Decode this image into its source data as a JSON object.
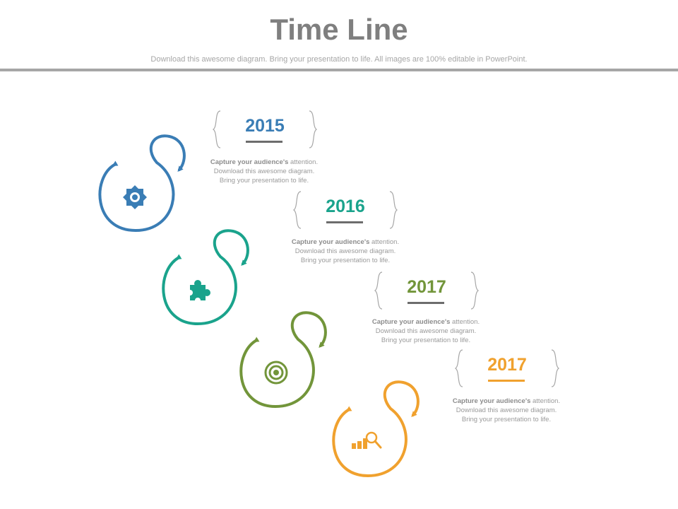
{
  "header": {
    "title": "Time Line",
    "subtitle": "Download this awesome diagram. Bring your presentation to life. All images are 100% editable in PowerPoint."
  },
  "colors": {
    "blue": "#3a7db5",
    "teal": "#1aa38c",
    "green": "#72953a",
    "orange": "#f0a12e",
    "gray_text": "#9a9a9a",
    "rule": "#a6a6a6"
  },
  "timeline": [
    {
      "year": "2015",
      "icon": "gear-icon",
      "desc_bold": "Capture your audience's",
      "desc_rest": " attention.",
      "desc_line2": "Download this  awesome diagram.",
      "desc_line3": "Bring your presentation to life."
    },
    {
      "year": "2016",
      "icon": "puzzle-icon",
      "desc_bold": "Capture your audience's",
      "desc_rest": " attention.",
      "desc_line2": "Download this  awesome diagram.",
      "desc_line3": "Bring your presentation to life."
    },
    {
      "year": "2017",
      "icon": "target-icon",
      "desc_bold": "Capture your audience's",
      "desc_rest": " attention.",
      "desc_line2": "Download this  awesome diagram.",
      "desc_line3": "Bring your presentation to life."
    },
    {
      "year": "2017",
      "icon": "bar-chart-magnifier-icon",
      "desc_bold": "Capture your audience's",
      "desc_rest": " attention.",
      "desc_line2": "Download this  awesome diagram.",
      "desc_line3": "Bring your presentation to life."
    }
  ]
}
